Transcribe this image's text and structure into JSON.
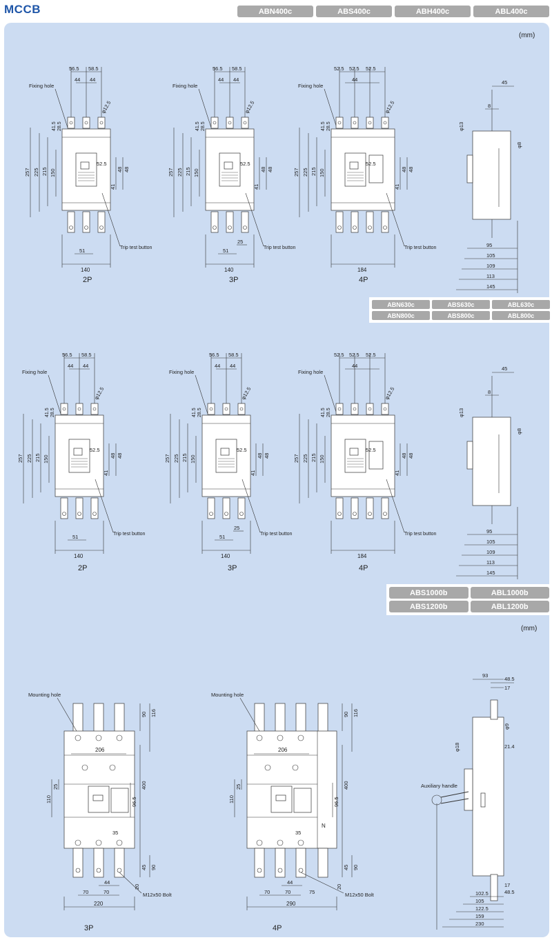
{
  "header": {
    "title": "MCCB",
    "tabs": [
      "ABN400c",
      "ABS400c",
      "ABH400c",
      "ABL400c"
    ]
  },
  "unit_label": "(mm)",
  "section2_tabs": [
    "ABN630c",
    "ABS630c",
    "ABL630c",
    "ABN800c",
    "ABS800c",
    "ABL800c"
  ],
  "section3_tabs": [
    "ABS1000b",
    "ABL1000b",
    "ABS1200b",
    "ABL1200b"
  ],
  "labels": {
    "fixing_hole": "Fixing hole",
    "trip_test": "Trip test button",
    "mounting_hole": "Mounting hole",
    "bolt": "M12x50 Bolt",
    "aux_handle": "Auxiliary handle",
    "neutral": "N"
  },
  "poles": {
    "p2": "2P",
    "p3": "3P",
    "p4": "4P"
  },
  "dims": {
    "top_pitch_a": "56.5",
    "top_pitch_b": "58.5",
    "pitch_44": "44",
    "pitch_52": "52.5",
    "d125": "φ12.5",
    "v415": "41.5",
    "v285": "28.5",
    "h257": "257",
    "h225": "225",
    "h215": "215",
    "h150": "150",
    "d525": "52.5",
    "d48": "48",
    "d41": "41",
    "d51": "51",
    "d25": "25",
    "w140": "140",
    "w184": "184",
    "s45": "45",
    "s8": "8",
    "s13": "φ13",
    "s8b": "φ8",
    "s95": "95",
    "s105": "105",
    "s109": "109",
    "s113": "113",
    "s145": "145",
    "b206": "206",
    "b90": "90",
    "b116": "116",
    "b25": "25",
    "b110": "110",
    "b400": "400",
    "b965": "96.5",
    "b35": "35",
    "b45": "45",
    "b20": "20",
    "b70": "70",
    "b44": "44",
    "b75": "75",
    "b220": "220",
    "b290": "290",
    "c93": "93",
    "c485": "48.5",
    "c17": "17",
    "c9": "φ9",
    "c18": "φ18",
    "c214": "21.4",
    "c1025": "102.5",
    "c105": "105",
    "c1225": "122.5",
    "c159": "159",
    "c230": "230"
  }
}
